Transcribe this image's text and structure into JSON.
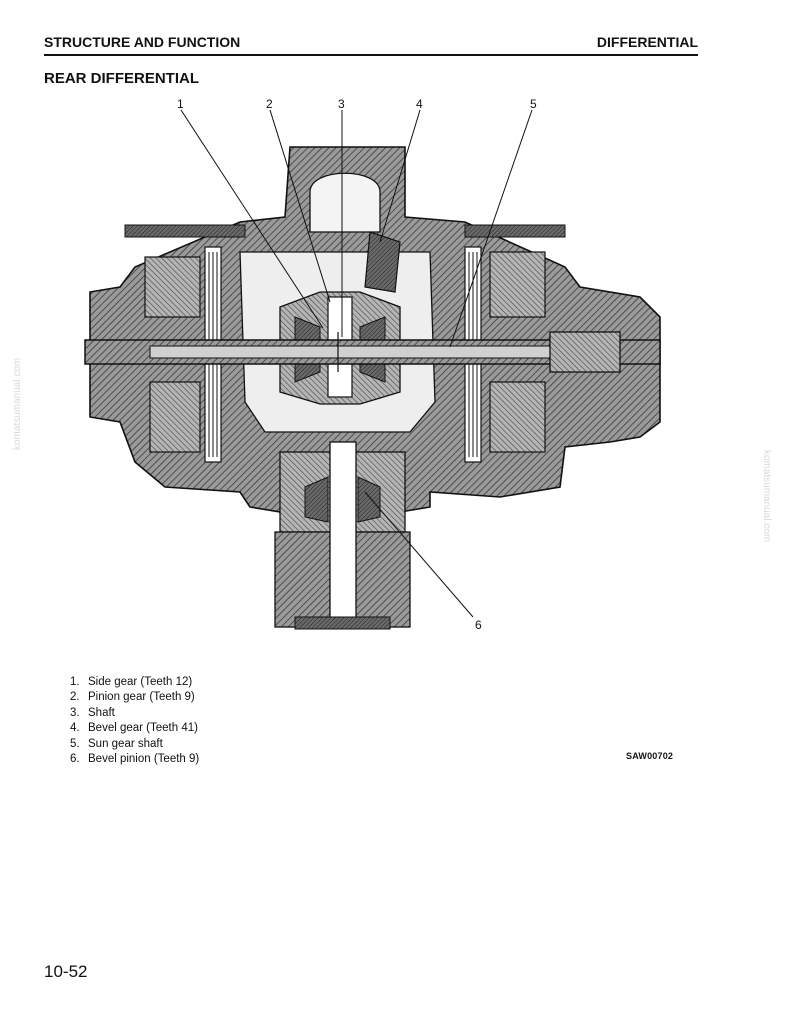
{
  "header": {
    "left": "STRUCTURE AND FUNCTION",
    "right": "DIFFERENTIAL"
  },
  "section_title": "REAR DIFFERENTIAL",
  "callouts": [
    "1",
    "2",
    "3",
    "4",
    "5",
    "6"
  ],
  "legend": [
    {
      "num": "1.",
      "text": "Side gear (Teeth 12)"
    },
    {
      "num": "2.",
      "text": "Pinion gear (Teeth 9)"
    },
    {
      "num": "3.",
      "text": "Shaft"
    },
    {
      "num": "4.",
      "text": "Bevel gear (Teeth 41)"
    },
    {
      "num": "5.",
      "text": "Sun gear shaft"
    },
    {
      "num": "6.",
      "text": "Bevel pinion (Teeth 9)"
    }
  ],
  "figure_code": "SAW00702",
  "page_number": "10-52",
  "watermark": "komatsumanual.com"
}
